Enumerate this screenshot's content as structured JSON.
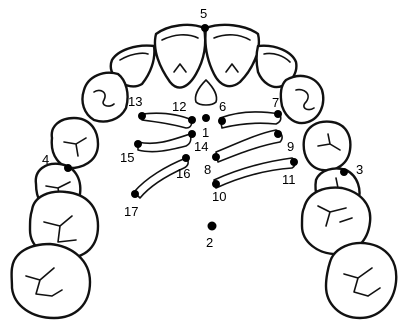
{
  "landmarks": [
    {
      "id": 1,
      "label": "1"
    },
    {
      "id": 2,
      "label": "2"
    },
    {
      "id": 3,
      "label": "3"
    },
    {
      "id": 4,
      "label": "4"
    },
    {
      "id": 5,
      "label": "5"
    },
    {
      "id": 6,
      "label": "6"
    },
    {
      "id": 7,
      "label": "7"
    },
    {
      "id": 8,
      "label": "8"
    },
    {
      "id": 9,
      "label": "9"
    },
    {
      "id": 10,
      "label": "10"
    },
    {
      "id": 11,
      "label": "11"
    },
    {
      "id": 12,
      "label": "12"
    },
    {
      "id": 13,
      "label": "13"
    },
    {
      "id": 14,
      "label": "14"
    },
    {
      "id": 15,
      "label": "15"
    },
    {
      "id": 16,
      "label": "16"
    },
    {
      "id": 17,
      "label": "17"
    }
  ],
  "colors": {
    "ink": "#000000",
    "outline": "#111111"
  }
}
